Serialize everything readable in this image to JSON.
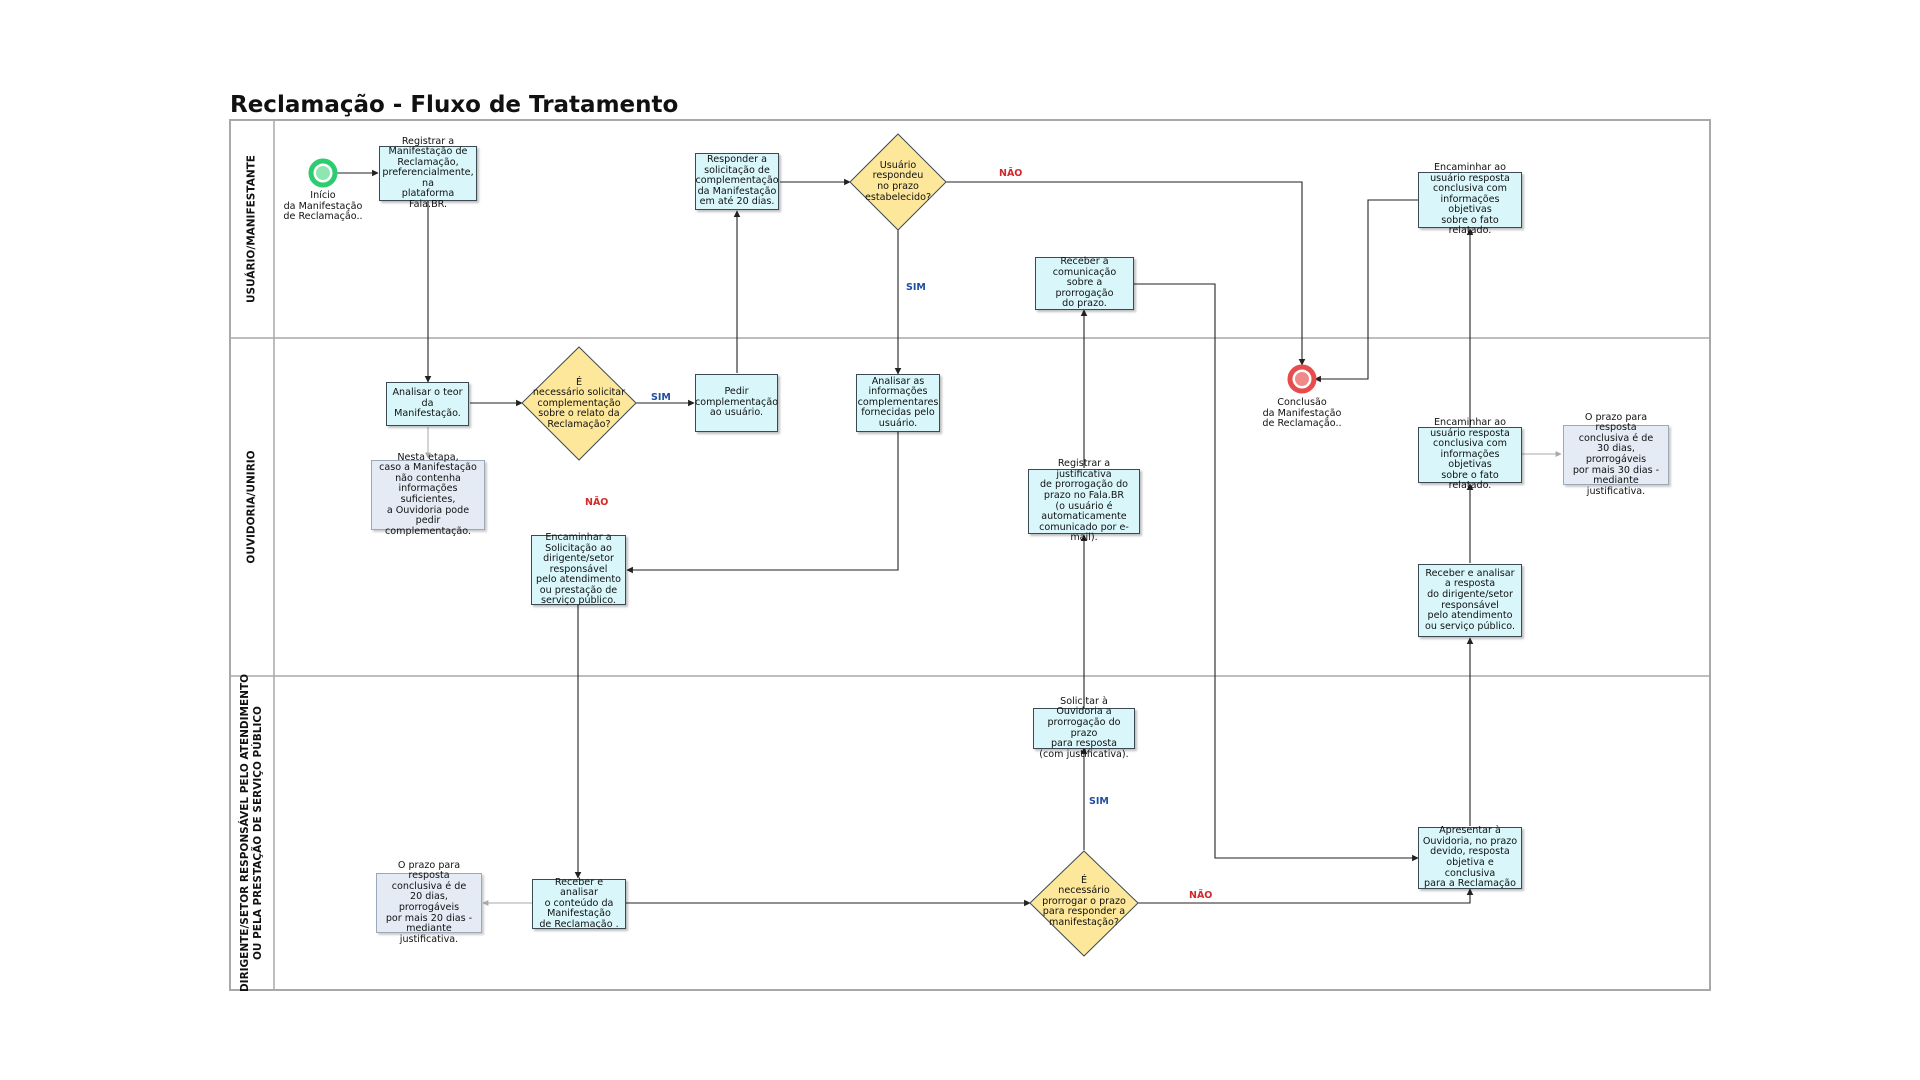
{
  "title": "Reclamação - Fluxo de Tratamento",
  "lanes": {
    "usuario": "USUÁRIO/MANIFESTANTE",
    "ouvidoria": "OUVIDORIA/UNIRIO",
    "dirigente_1": "DIRIGENTE/SETOR RESPONSÁVEL PELO ATENDIMENTO",
    "dirigente_2": "OU PELA PRESTAÇÃO DE SERVIÇO PÚBLICO"
  },
  "nodes": {
    "inicio": "Início\nda Manifestação\nde Reclamação..",
    "registrar": "Registrar a\nManifestação de\nReclamação,\npreferencialmente, na\nplataforma Fala.BR.",
    "responder_compl": "Responder a\nsolicitação de\ncomplementação\nda Manifestação\nem até 20 dias.",
    "usuario_respondeu": "Usuário\nrespondeu\nno prazo\nestabelecido?",
    "receber_comunicacao": "Receber a\ncomunicação\nsobre a prorrogação\ndo prazo.",
    "encaminhar_usuario_top": "Encaminhar ao\nusuário resposta\nconclusiva com\ninformações objetivas\nsobre o fato relatado.",
    "analisar_teor": "Analisar o teor\nda Manifestação.",
    "necessario_solicitar": "É\nnecessário solicitar\ncomplementação\nsobre o relato da\nReclamação?",
    "pedir_compl": "Pedir\ncomplementação\nao usuário.",
    "analisar_info": "Analisar as\ninformações\ncomplementares\nfornecidas pelo\nusuário.",
    "conclusao": "Conclusão\nda Manifestação\nde Reclamação..",
    "nota_etapa": "Nesta etapa,\ncaso a Manifestação\nnão contenha\ninformações suficientes,\na Ouvidoria pode pedir\ncomplementação.",
    "registrar_justificativa": "Registrar a justificativa\nde prorrogação do\nprazo no Fala.BR\n(o usuário é\nautomaticamente\ncomunicado por e-mail).",
    "encaminhar_usuario_mid": "Encaminhar ao\nusuário resposta\nconclusiva com\ninformações objetivas\nsobre o fato relatado.",
    "nota_30": "O prazo para resposta\nconclusiva é de\n30 dias, prorrogáveis\npor mais 30 dias -\nmediante justificativa.",
    "encaminhar_solicitacao": "Encaminhar a\nSolicitação ao\ndirigente/setor\nresponsável\npelo atendimento\nou prestação de\nserviço público.",
    "receber_analisar_resposta": "Receber e analisar\na resposta\ndo dirigente/setor\nresponsável\npelo atendimento\nou serviço público.",
    "solicitar_prorrogacao": "Solicitar à Ouvidoria a\nprorrogação do prazo\npara resposta\n(com justificativa).",
    "nota_20": "O prazo para resposta\nconclusiva é de\n20 dias, prorrogáveis\npor mais 20 dias -\nmediante justificativa.",
    "receber_analisar_conteudo": "Receber e analisar\no conteúdo da\nManifestação\nde Reclamação .",
    "necessario_prorrogar": "É\nnecessário\nprorrogar o prazo\npara responder a\nmanifestação?",
    "apresentar_ouvidoria": "Apresentar à\nOuvidoria, no prazo\ndevido, resposta\nobjetiva e conclusiva\npara a Reclamação"
  },
  "edge_labels": {
    "nao_1": "NÃO",
    "sim_1": "SIM",
    "sim_2": "SIM",
    "nao_2": "NÃO",
    "sim_3": "SIM",
    "nao_3": "NÃO"
  },
  "colors": {
    "process_fill": "#d9f7fb",
    "decision_fill": "#fde79a",
    "note_fill": "#e4ebf4",
    "start_event": "#2ecc71",
    "end_event": "#e74c4c",
    "lane_border": "#a9a9a9"
  }
}
